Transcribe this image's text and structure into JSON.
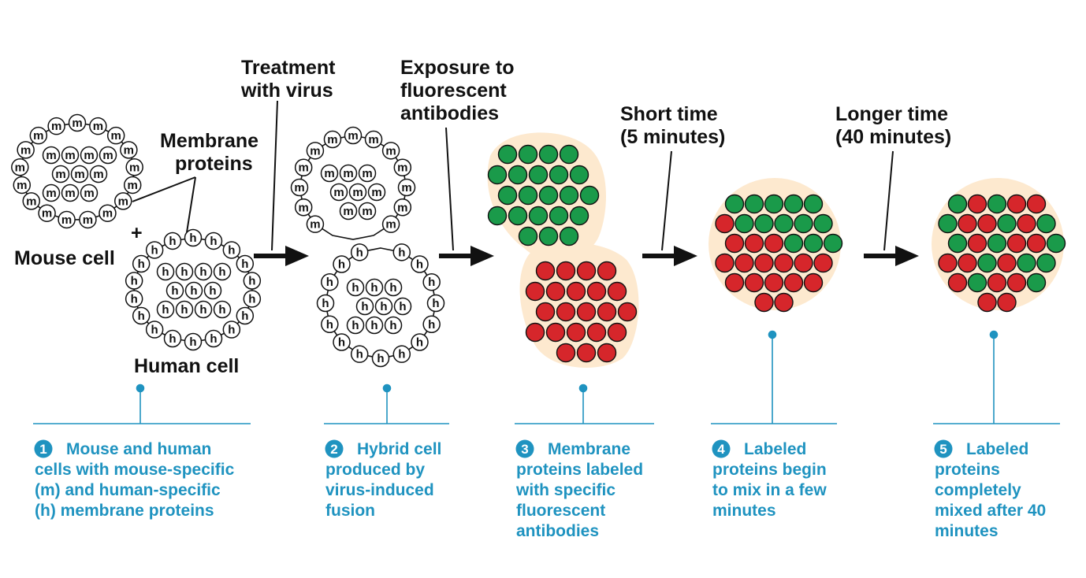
{
  "labels": {
    "mouse_cell": "Mouse cell",
    "human_cell": "Human cell",
    "plus": "+",
    "membrane_proteins_1": "Membrane",
    "membrane_proteins_2": "proteins",
    "treatment_1": "Treatment",
    "treatment_2": "with virus",
    "exposure_1": "Exposure to",
    "exposure_2": "fluorescent",
    "exposure_3": "antibodies",
    "short_1": "Short time",
    "short_2": "(5 minutes)",
    "longer_1": "Longer time",
    "longer_2": "(40 minutes)",
    "mouse_protein": "m",
    "human_protein": "h"
  },
  "steps": [
    {
      "number": "1",
      "lines": [
        "Mouse and human",
        "cells with mouse-specific",
        "(m) and human-specific",
        "(h) membrane proteins"
      ]
    },
    {
      "number": "2",
      "lines": [
        "Hybrid cell",
        "produced by",
        "virus-induced",
        "fusion"
      ]
    },
    {
      "number": "3",
      "lines": [
        "Membrane",
        "proteins labeled",
        "with specific",
        "fluorescent",
        "antibodies"
      ]
    },
    {
      "number": "4",
      "lines": [
        "Labeled",
        "proteins begin",
        "to mix in a few",
        "minutes"
      ]
    },
    {
      "number": "5",
      "lines": [
        "Labeled",
        "proteins",
        "completely",
        "mixed after 40",
        "minutes"
      ]
    }
  ],
  "colors": {
    "text": "#111111",
    "caption": "#1f93c0",
    "cytoplasm": "#fde9cf",
    "mouse_label_green": "#1a9a4a",
    "human_label_red": "#d6262b",
    "protein_outline": "#111111"
  }
}
